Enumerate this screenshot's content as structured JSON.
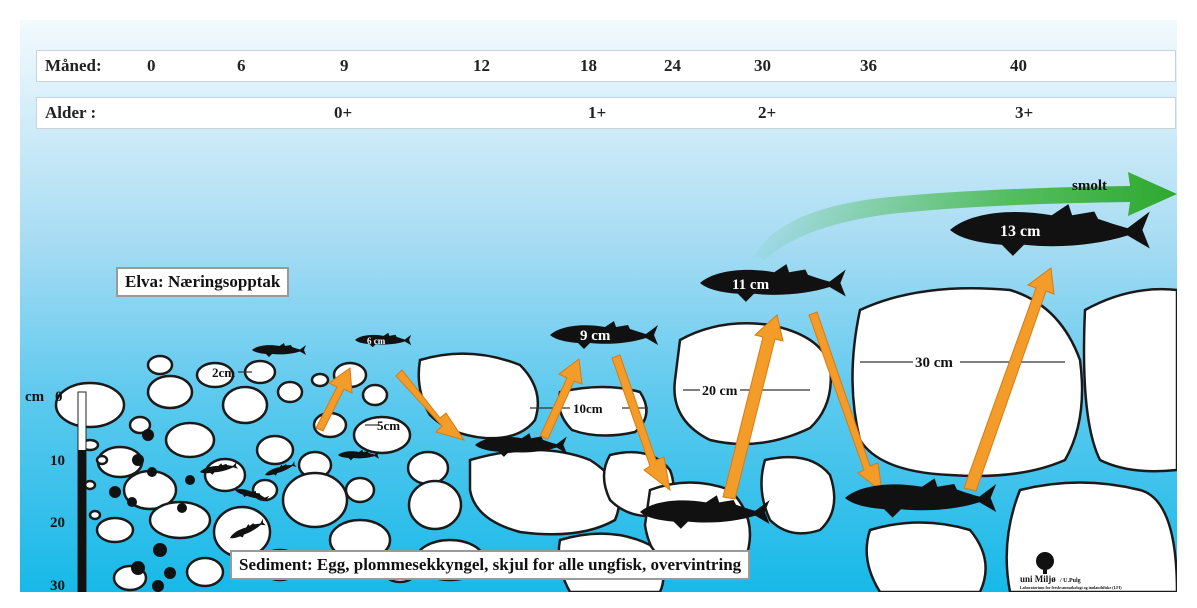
{
  "timeline": {
    "month_label": "Måned:",
    "months": [
      "0",
      "6",
      "9",
      "12",
      "18",
      "24",
      "30",
      "36",
      "40"
    ],
    "age_label": "Alder :",
    "ages": [
      "0+",
      "1+",
      "2+",
      "3+"
    ]
  },
  "river_label": "Elva: Næringsopptak",
  "sediment_label": "Sediment: Egg, plommesekkyngel, skjul for alle ungfisk, overvintring",
  "depth_axis": {
    "unit": "cm",
    "ticks": [
      "0",
      "10",
      "20",
      "30"
    ]
  },
  "stone_sizes": [
    "2cm",
    "5cm",
    "10cm",
    "20 cm",
    "30 cm"
  ],
  "fish_sizes": [
    "6 cm",
    "9 cm",
    "11 cm",
    "13 cm"
  ],
  "smolt_label": "smolt",
  "logo": {
    "name": "uni Miljø",
    "credit": "/ U.Pulg",
    "subtitle": "Laboratorium for ferskvannsøkologi og innlandsfiske (LFI)"
  },
  "colors": {
    "water_light": "#dff2fb",
    "water_deep": "#17b9e8",
    "arrow": "#f39c2a",
    "smolt_arrow": "#3cb43c",
    "fish": "#111111",
    "stone": "#ffffff"
  }
}
